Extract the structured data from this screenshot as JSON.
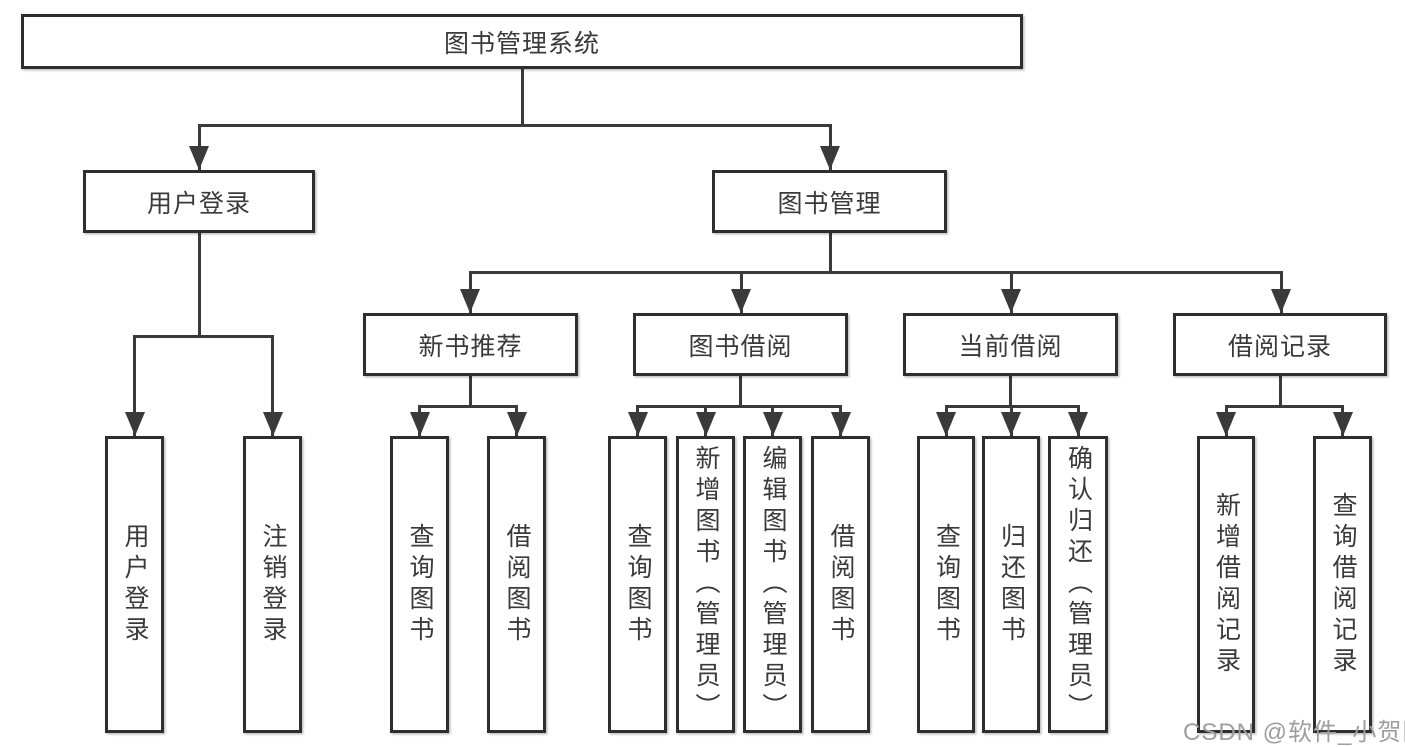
{
  "tree": {
    "root": {
      "label": "图书管理系统"
    },
    "branches": [
      {
        "label": "用户登录",
        "children": [
          {
            "label": "用户登录"
          },
          {
            "label": "注销登录"
          }
        ]
      },
      {
        "label": "图书管理",
        "children": [
          {
            "label": "新书推荐",
            "children": [
              {
                "label": "查询图书"
              },
              {
                "label": "借阅图书"
              }
            ]
          },
          {
            "label": "图书借阅",
            "children": [
              {
                "label": "查询图书"
              },
              {
                "label": "新增图书（管理员）"
              },
              {
                "label": "编辑图书（管理员）"
              },
              {
                "label": "借阅图书"
              }
            ]
          },
          {
            "label": "当前借阅",
            "children": [
              {
                "label": "查询图书"
              },
              {
                "label": "归还图书"
              },
              {
                "label": "确认归还（管理员）"
              }
            ]
          },
          {
            "label": "借阅记录",
            "children": [
              {
                "label": "新增借阅记录"
              },
              {
                "label": "查询借阅记录"
              }
            ]
          }
        ]
      }
    ]
  },
  "watermark": {
    "text": "CSDN @软件_小贺同学",
    "color": "#9e9e9e"
  },
  "colors": {
    "background": "#ffffff",
    "box_fill": "#ffffff",
    "box_border": "#2e2e2e",
    "line": "#3a3a3a",
    "text": "#3a3a3a"
  }
}
